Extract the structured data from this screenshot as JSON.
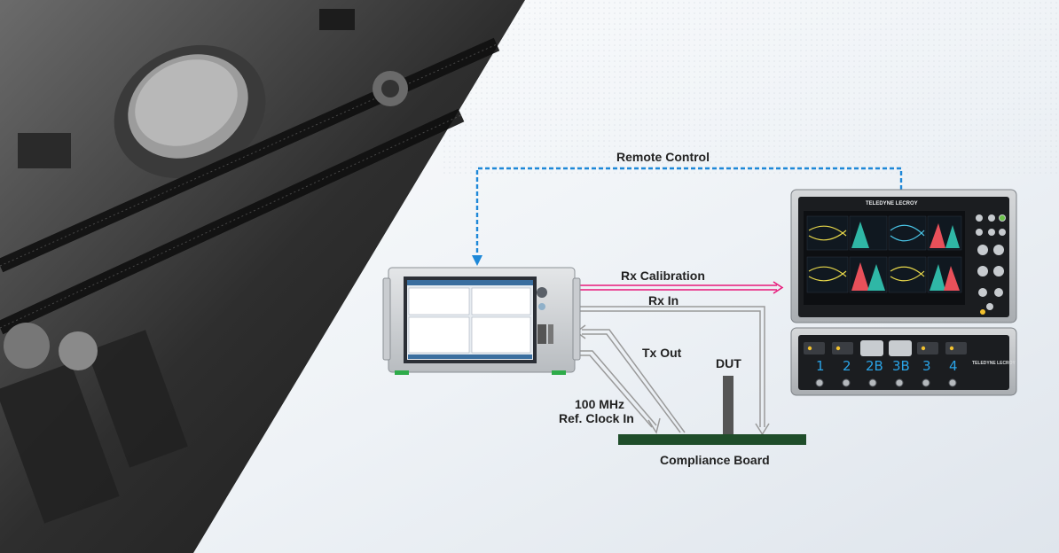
{
  "labels": {
    "remote_control": "Remote Control",
    "rx_calibration": "Rx Calibration",
    "rx_in": "Rx In",
    "tx_out": "Tx Out",
    "dut": "DUT",
    "ref_clock_line1": "100 MHz",
    "ref_clock_line2": "Ref. Clock In",
    "compliance_board": "Compliance Board"
  },
  "oscilloscope": {
    "brand": "TELEDYNE LECROY",
    "module_brand": "TELEDYNE LECROY",
    "channels": [
      "1",
      "2",
      "2B",
      "3B",
      "3",
      "4"
    ]
  },
  "colors": {
    "remote_control_line": "#1e88d8",
    "rx_calibration_line": "#e8197a",
    "cable_lines": "#9a9a9a",
    "compliance_board": "#1f4d2a",
    "dut": "#555555",
    "channel_digits": "#2aa3e6"
  }
}
